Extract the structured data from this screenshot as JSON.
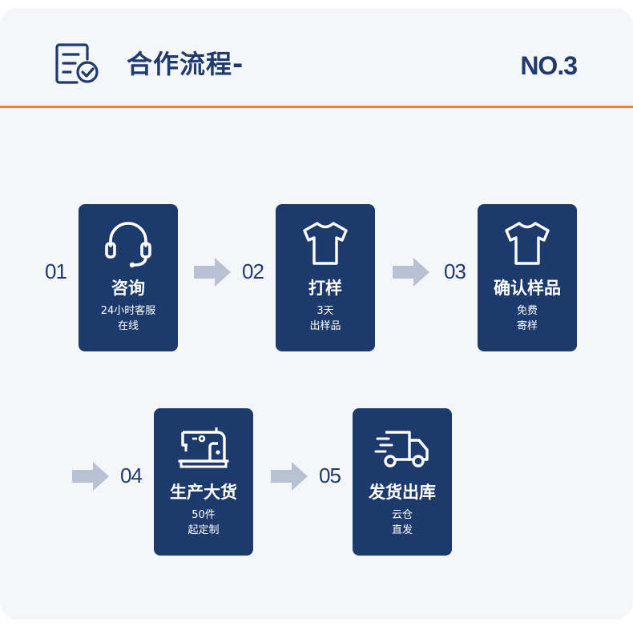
{
  "header": {
    "title": "合作流程-",
    "badge": "NO.3",
    "icon": "checklist-icon",
    "divider_color": "#e8832e"
  },
  "colors": {
    "card": "#1c3a6b",
    "text_dark": "#1f3a6c",
    "arrow": "#b8c1d1",
    "panel": "#f5f6f9"
  },
  "steps": [
    {
      "num": "01",
      "name": "咨询",
      "sub1": "24小时客服",
      "sub2": "在线",
      "icon": "headset-icon"
    },
    {
      "num": "02",
      "name": "打样",
      "sub1": "3天",
      "sub2": "出样品",
      "icon": "tshirt-icon"
    },
    {
      "num": "03",
      "name": "确认样品",
      "sub1": "免费",
      "sub2": "寄样",
      "icon": "tshirt-icon"
    },
    {
      "num": "04",
      "name": "生产大货",
      "sub1": "50件",
      "sub2": "起定制",
      "icon": "sewing-machine-icon"
    },
    {
      "num": "05",
      "name": "发货出库",
      "sub1": "云仓",
      "sub2": "直发",
      "icon": "delivery-truck-icon"
    }
  ]
}
